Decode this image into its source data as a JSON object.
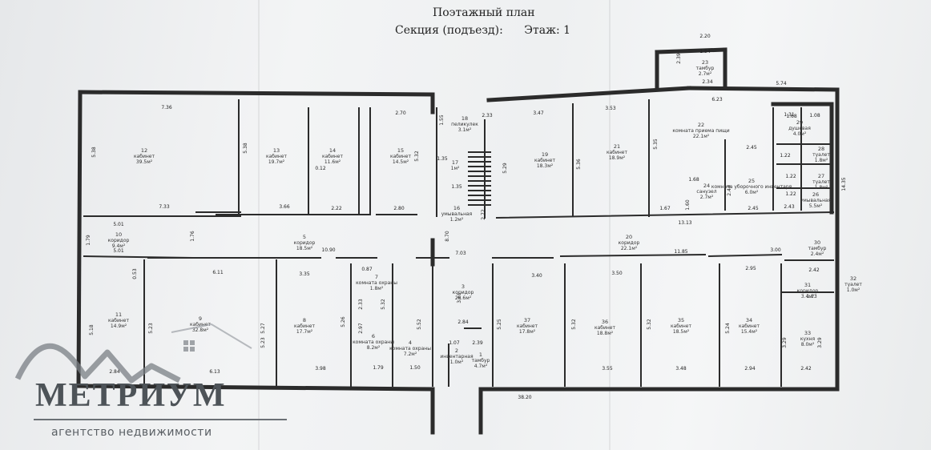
{
  "header": {
    "title": "Поэтажный план",
    "section_label": "Секция (подъезд):",
    "floor_label": "Этаж: 1"
  },
  "logo": {
    "name": "МЕТРИУМ",
    "tagline": "агентство недвижимости"
  },
  "rooms": [
    {
      "num": "12",
      "name": "кабинет",
      "area": "39.5м²"
    },
    {
      "num": "13",
      "name": "кабинет",
      "area": "19.7м²"
    },
    {
      "num": "14",
      "name": "кабинет",
      "area": "11.6м²"
    },
    {
      "num": "15",
      "name": "кабинет",
      "area": "14.5м²"
    },
    {
      "num": "18",
      "name": "пеликулек",
      "area": "3.1м²"
    },
    {
      "num": "17",
      "name": "",
      "area": "1м²"
    },
    {
      "num": "16",
      "name": "умывальная",
      "area": "1.2м²"
    },
    {
      "num": "19",
      "name": "кабинет",
      "area": "18.3м²"
    },
    {
      "num": "21",
      "name": "кабинет",
      "area": "18.9м²"
    },
    {
      "num": "22",
      "name": "комната приема пищи",
      "area": "22.1м²"
    },
    {
      "num": "23",
      "name": "тамбур",
      "area": "2.7м²"
    },
    {
      "num": "29",
      "name": "душевая",
      "area": "4.0м²"
    },
    {
      "num": "28",
      "name": "туалет",
      "area": "1.8м²"
    },
    {
      "num": "27",
      "name": "туалет",
      "area": "1.8м²"
    },
    {
      "num": "26",
      "name": "умывальная",
      "area": "5.5м²"
    },
    {
      "num": "25",
      "name": "комната уборочного инвентаря",
      "area": "6.0м²"
    },
    {
      "num": "24",
      "name": "санузел",
      "area": "2.7м²"
    },
    {
      "num": "10",
      "name": "коридор",
      "area": "9.4м²"
    },
    {
      "num": "5",
      "name": "коридор",
      "area": "18.5м²"
    },
    {
      "num": "20",
      "name": "коридор",
      "area": "22.1м²"
    },
    {
      "num": "30",
      "name": "тамбур",
      "area": "2.4м²"
    },
    {
      "num": "11",
      "name": "кабинет",
      "area": "14.9м²"
    },
    {
      "num": "9",
      "name": "кабинет",
      "area": "32.8м²"
    },
    {
      "num": "8",
      "name": "кабинет",
      "area": "17.7м²"
    },
    {
      "num": "7",
      "name": "комната охраны",
      "area": "1.8м²"
    },
    {
      "num": "6",
      "name": "комната охраны",
      "area": "8.2м²"
    },
    {
      "num": "4",
      "name": "комната охраны",
      "area": "7.2м²"
    },
    {
      "num": "3",
      "name": "коридор",
      "area": "25.6м²"
    },
    {
      "num": "2",
      "name": "инвентарная",
      "area": "1.0м²"
    },
    {
      "num": "1",
      "name": "тамбур",
      "area": "4.7м²"
    },
    {
      "num": "37",
      "name": "кабинет",
      "area": "17.8м²"
    },
    {
      "num": "36",
      "name": "кабинет",
      "area": "18.8м²"
    },
    {
      "num": "35",
      "name": "кабинет",
      "area": "18.5м²"
    },
    {
      "num": "34",
      "name": "кабинет",
      "area": "15.4м²"
    },
    {
      "num": "31",
      "name": "коридор",
      "area": "3.4м²"
    },
    {
      "num": "32",
      "name": "туалет",
      "area": "1.0м²"
    },
    {
      "num": "33",
      "name": "кухня",
      "area": "8.0м²"
    }
  ],
  "dimensions": [
    "7.36",
    "5.38",
    "7.33",
    "5.38",
    "3.66",
    "0.12",
    "2.22",
    "2.70",
    "5.32",
    "2.80",
    "1.55",
    "2.33",
    "1.35",
    "1.35",
    "2.72",
    "3.47",
    "5.29",
    "3.53",
    "5.36",
    "5.35",
    "6.23",
    "2.34",
    "1.67",
    "2.45",
    "2.45",
    "1.68",
    "2.44",
    "1.60",
    "2.43",
    "5.74",
    "2.20",
    "1.54",
    "2.39",
    "1.31",
    "1.68",
    "1.08",
    "1.22",
    "1.22",
    "1.22",
    "14.35",
    "5.01",
    "1.79",
    "1.76",
    "5.01",
    "6.11",
    "0.53",
    "10.90",
    "3.35",
    "0.87",
    "2.33",
    "2.97",
    "5.32",
    "7.03",
    "8.70",
    "3.61",
    "2.84",
    "1.07",
    "2.39",
    "5.27",
    "5.23",
    "5.26",
    "5.23",
    "2.84",
    "6.13",
    "3.98",
    "1.79",
    "1.50",
    "5.52",
    "3.40",
    "3.50",
    "11.85",
    "3.00",
    "2.95",
    "3.29",
    "3.29",
    "2.42",
    "2.42",
    "1.13",
    "5.24",
    "5.25",
    "5.32",
    "5.32",
    "3.55",
    "3.48",
    "2.94",
    "38.20",
    "13.13",
    "5.18"
  ]
}
